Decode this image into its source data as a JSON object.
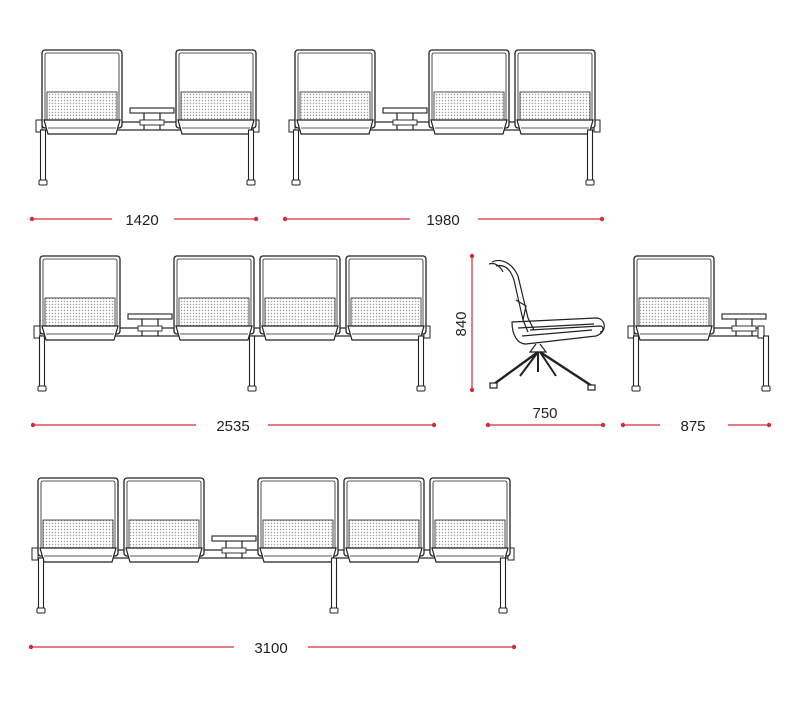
{
  "figure": {
    "dimension_color": "#d42c3a",
    "line_color": "#222222",
    "mesh_color": "#b8b8b8",
    "units_shown": "",
    "configurations": [
      {
        "id": "two-seat-with-table",
        "seats": 2,
        "table_after_seat": 1,
        "width_label": "1420"
      },
      {
        "id": "three-seat-with-table",
        "seats": 3,
        "table_after_seat": 1,
        "width_label": "1980"
      },
      {
        "id": "four-seat-with-table",
        "seats": 4,
        "table_after_seat": 1,
        "width_label": "2535"
      },
      {
        "id": "side-profile",
        "view": "side",
        "width_label": "750",
        "height_label": "840"
      },
      {
        "id": "one-seat-with-table",
        "seats": 1,
        "table_after_seat": 1,
        "width_label": "875"
      },
      {
        "id": "five-seat-with-table",
        "seats": 5,
        "table_after_seat": 2,
        "width_label": "3100"
      }
    ]
  }
}
